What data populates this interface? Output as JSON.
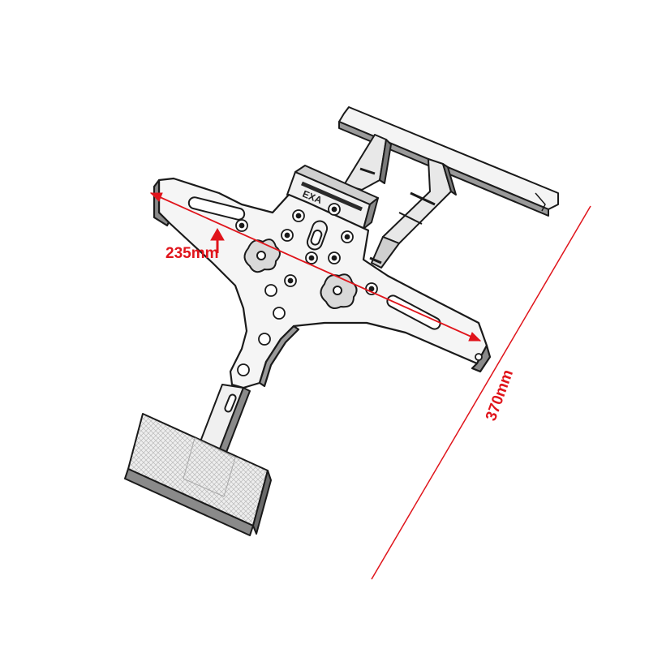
{
  "dimensions": {
    "width_label": "235mm",
    "length_label": "370mm"
  },
  "colors": {
    "dimension": "#e0141b",
    "outline": "#1a1a1a",
    "fill_light": "#f4f4f4",
    "fill_mid": "#d9d9d9",
    "fill_dark": "#8a8a8a",
    "reflector": "#e6e6e6"
  },
  "parts": [
    "license-plate-bracket",
    "top-mount-bar",
    "support-arms",
    "main-plate",
    "left-wing",
    "right-wing",
    "stem",
    "reflector"
  ]
}
